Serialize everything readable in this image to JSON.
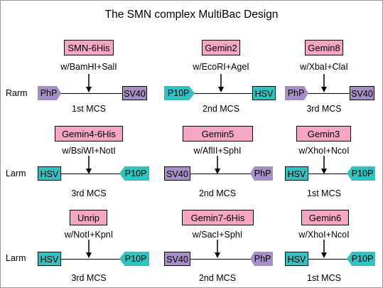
{
  "title": "The SMN complex MultiBac Design",
  "colors": {
    "gene_box": "#f4a6c4",
    "promoter_php": "#a58fc4",
    "promoter_p10p": "#35c0bf",
    "terminator_sv40": "#a58fc4",
    "terminator_hsv": "#35c0bf"
  },
  "rows": [
    {
      "label": "Rarm",
      "elements": [
        "PhP",
        "SV40",
        "P10P",
        "HSV",
        "PhP",
        "SV40"
      ],
      "cassettes": [
        {
          "gene": "SMN-6His",
          "enzymes": "w/BamHI+SalI",
          "mcs": "1st MCS"
        },
        {
          "gene": "Gemin2",
          "enzymes": "w/EcoRI+AgeI",
          "mcs": "2nd MCS"
        },
        {
          "gene": "Gemin8",
          "enzymes": "w/XbaI+ClaI",
          "mcs": "3rd MCS"
        }
      ]
    },
    {
      "label": "Larm",
      "elements": [
        "HSV",
        "P10P",
        "SV40",
        "PhP",
        "HSV",
        "P10P"
      ],
      "cassettes": [
        {
          "gene": "Gemin4-6His",
          "enzymes": "w/BsiWI+NotI",
          "mcs": "3rd MCS"
        },
        {
          "gene": "Gemin5",
          "enzymes": "w/AflII+SphI",
          "mcs": "2nd MCS"
        },
        {
          "gene": "Gemin3",
          "enzymes": "w/XhoI+NcoI",
          "mcs": "1st MCS"
        }
      ]
    },
    {
      "label": "Larm",
      "elements": [
        "HSV",
        "P10P",
        "SV40",
        "PhP",
        "HSV",
        "P10P"
      ],
      "cassettes": [
        {
          "gene": "Unrip",
          "enzymes": "w/NotI+KpnI",
          "mcs": "3rd MCS"
        },
        {
          "gene": "Gemin7-6His",
          "enzymes": "w/SacI+SphI",
          "mcs": "2nd MCS"
        },
        {
          "gene": "Gemin6",
          "enzymes": "w/XhoI+NcoI",
          "mcs": "1st MCS"
        }
      ]
    }
  ]
}
